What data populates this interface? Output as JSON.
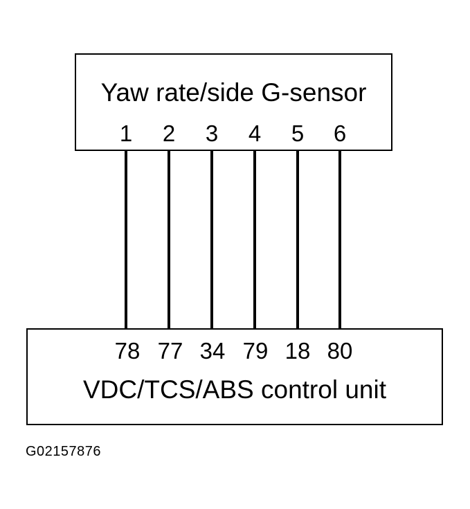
{
  "sensor": {
    "title": "Yaw rate/side G-sensor",
    "pins": [
      "1",
      "2",
      "3",
      "4",
      "5",
      "6"
    ]
  },
  "control_unit": {
    "title": "VDC/TCS/ABS control unit",
    "pins": [
      "78",
      "77",
      "34",
      "79",
      "18",
      "80"
    ]
  },
  "figure_code": "G02157876",
  "colors": {
    "line": "#000000",
    "background": "#ffffff"
  }
}
